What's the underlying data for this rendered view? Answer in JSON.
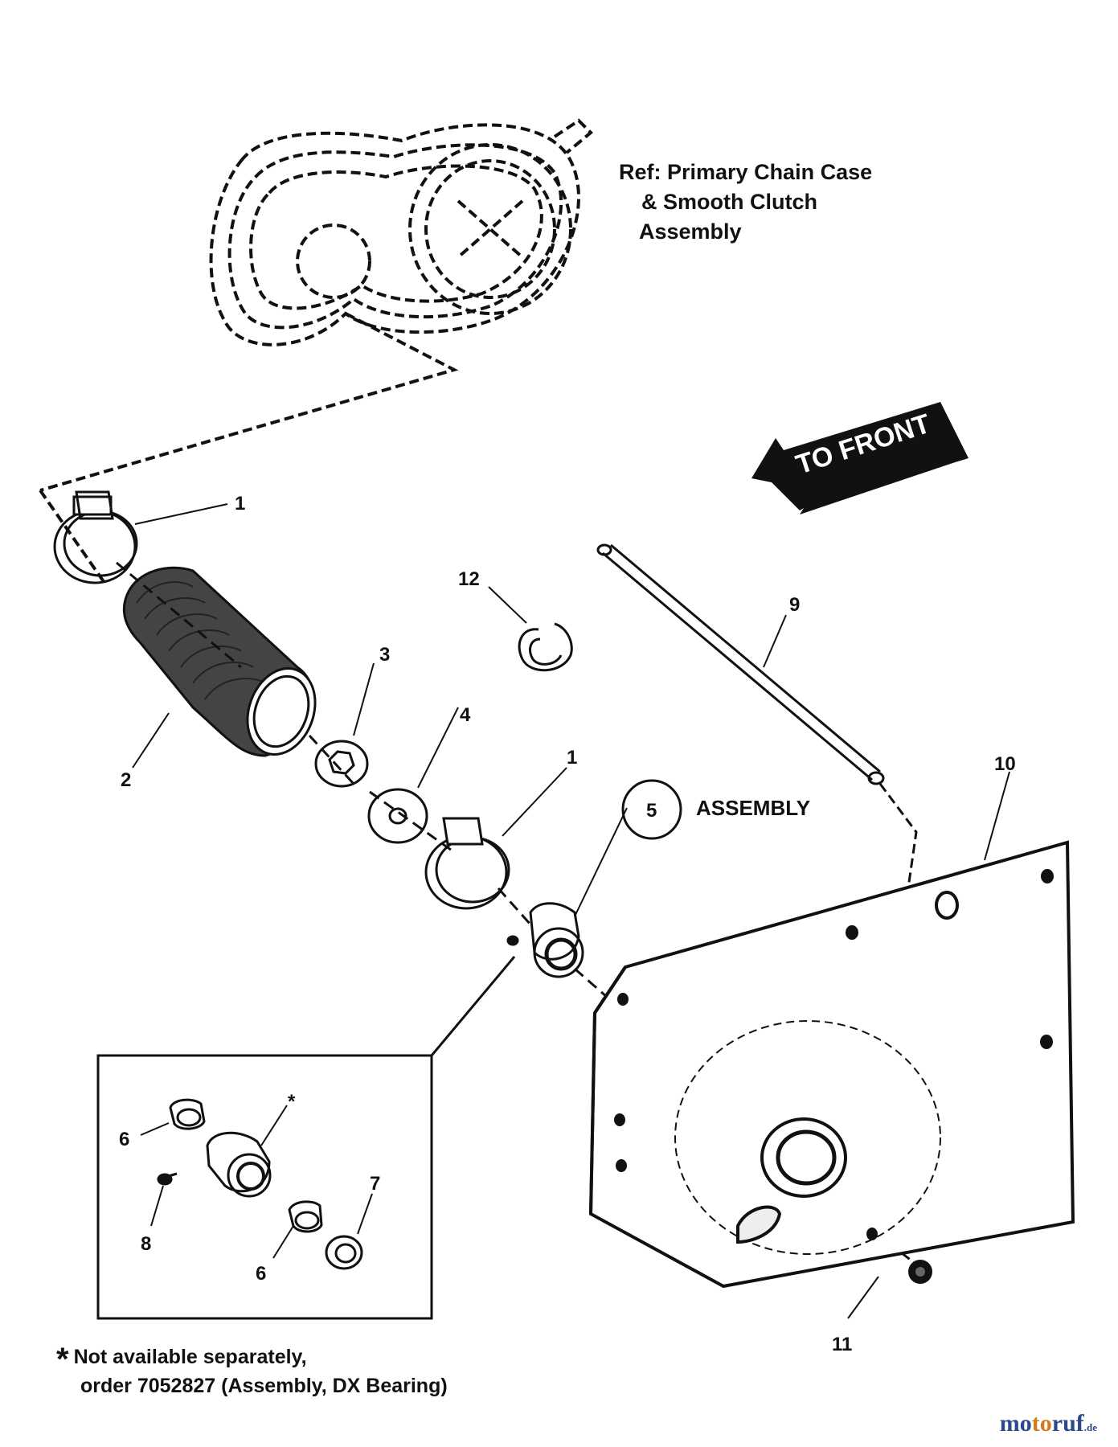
{
  "reference": {
    "line1": "Ref: Primary Chain Case",
    "line2": "& Smooth Clutch",
    "line3": "Assembly"
  },
  "direction_label": "TO FRONT",
  "assembly_label": "ASSEMBLY",
  "callouts": {
    "c1a": "1",
    "c1b": "1",
    "c2": "2",
    "c3": "3",
    "c4": "4",
    "c5": "5",
    "c6a": "6",
    "c6b": "6",
    "c7": "7",
    "c8": "8",
    "c9": "9",
    "c10": "10",
    "c11": "11",
    "c12": "12",
    "asterisk": "*"
  },
  "footnote": {
    "star": "*",
    "line1": "Not available separately,",
    "line2": "order 7052827 (Assembly, DX Bearing)"
  },
  "watermark": {
    "part1": "mo",
    "part2": "to",
    "part3": "ruf",
    "suffix": ".de"
  }
}
